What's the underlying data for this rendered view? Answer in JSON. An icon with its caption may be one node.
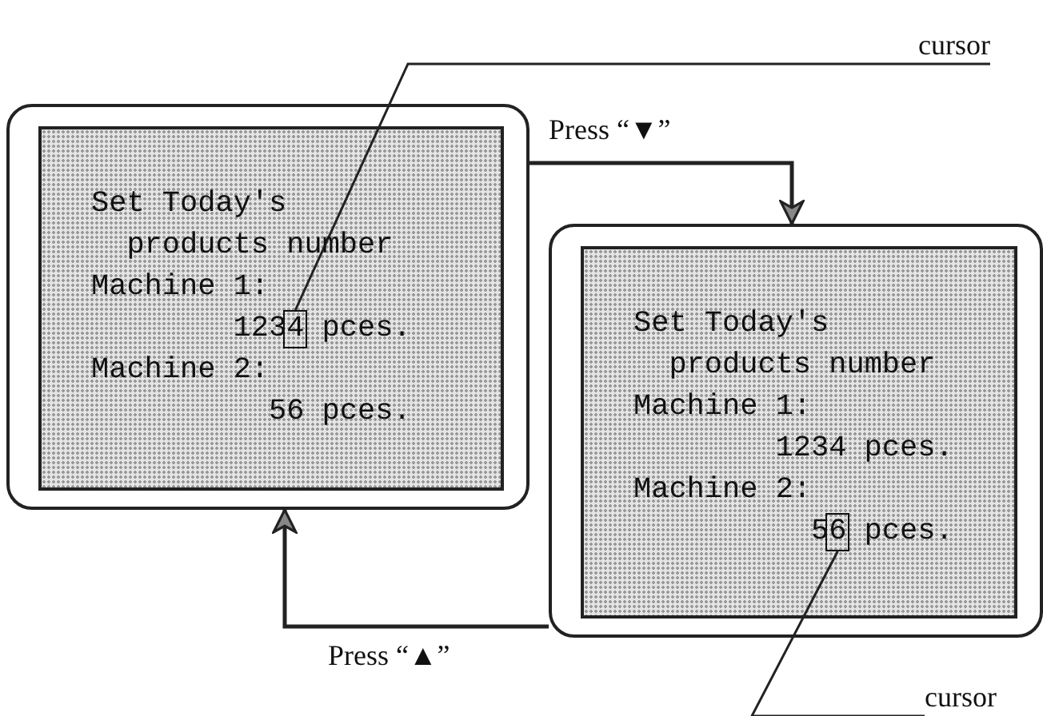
{
  "diagram": {
    "nodes": [
      {
        "text": [
          "cursor"
        ]
      },
      {
        "text": [
          "Set Today's",
          "products number",
          "Machine 1:",
          "1234 pces.",
          "Machine 2:",
          "56 pces."
        ]
      },
      {
        "text": [],
        "shape": "box",
        "in": 1
      },
      {
        "text": [
          "Set Today's",
          "products number",
          "Machine 1:",
          "1234 pces.",
          "Machine 2:",
          "56 pces."
        ]
      },
      {
        "text": [],
        "shape": "box",
        "in": 3
      },
      {
        "text": [
          "cursor"
        ]
      }
    ],
    "edges": [
      {
        "from": 0,
        "to": 2,
        "arrow": "none"
      },
      {
        "from": 1,
        "to": 3,
        "arrow": "to",
        "label": "Press “▼”"
      },
      {
        "from": 3,
        "to": 1,
        "arrow": "to",
        "label": "Press “▲”"
      },
      {
        "from": 5,
        "to": 4,
        "arrow": "none"
      }
    ]
  }
}
